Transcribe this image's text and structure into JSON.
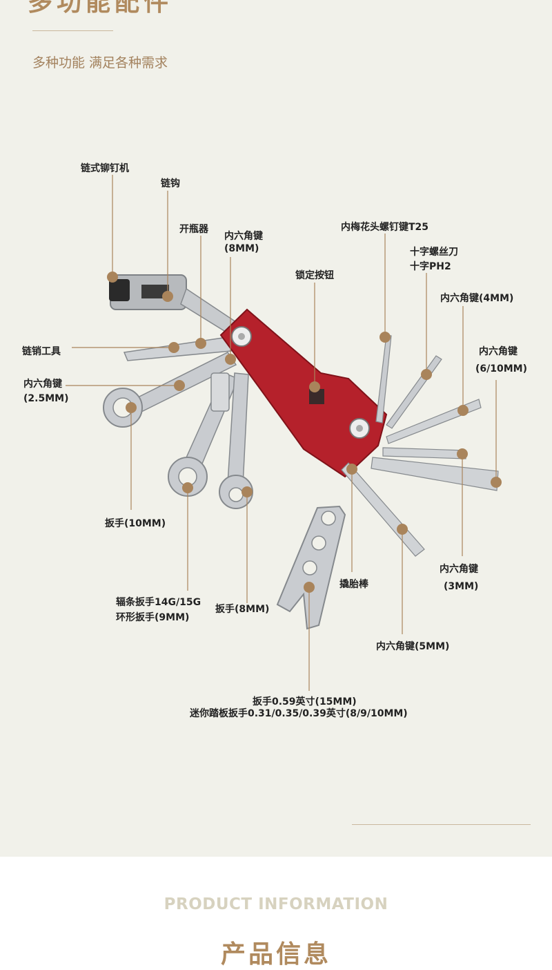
{
  "header": {
    "title_partial": "多功能配件",
    "subtitle": "多种功能 满足各种需求"
  },
  "labels": {
    "chain_rivet": "链式铆钉机",
    "chain_hook": "链钩",
    "bottle_opener": "开瓶器",
    "hex_8": [
      "内六角键",
      "(8MM)"
    ],
    "torx_t25": "内梅花头螺钉键T25",
    "screwdriver": [
      "十字螺丝刀",
      "十字PH2"
    ],
    "lock_button": "锁定按钮",
    "hex_4": "内六角键(4MM)",
    "chain_pin": "链销工具",
    "hex_6_10": [
      "内六角键",
      "(6/10MM)"
    ],
    "hex_2_5": [
      "内六角键",
      "(2.5MM)"
    ],
    "wrench_10": "扳手(10MM)",
    "spoke_wrench": [
      "辐条扳手14G/15G",
      "环形扳手(9MM)"
    ],
    "wrench_8": "扳手(8MM)",
    "tire_lever": "撬胎棒",
    "hex_3": [
      "内六角键",
      "(3MM)"
    ],
    "hex_5": "内六角键(5MM)",
    "wrench_15": [
      "扳手0.59英寸(15MM)",
      "迷你踏板扳手0.31/0.35/0.39英寸(8/9/10MM)"
    ]
  },
  "footer": {
    "title_en": "PRODUCT INFORMATION",
    "title_zh": "产品信息"
  },
  "colors": {
    "background": "#f1f1ea",
    "accent": "#b08a5e",
    "tool_body": "#b5212b",
    "metal": "#c9cccf",
    "marker": "#a9845b"
  }
}
